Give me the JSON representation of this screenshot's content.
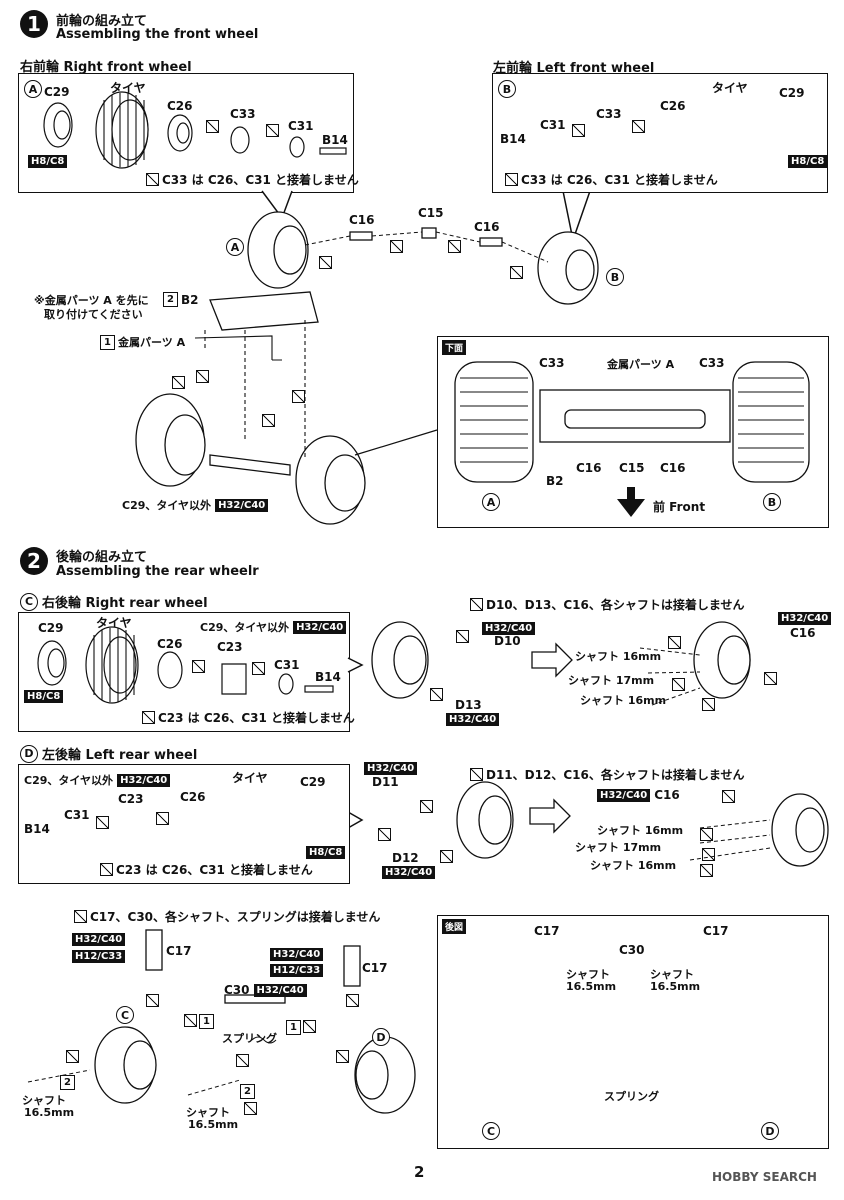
{
  "page_number": "2",
  "watermark": "HOBBY SEARCH",
  "step1": {
    "number": "1",
    "title_jp": "前輪の組み立て",
    "title_en": "Assembling the front wheel",
    "right_label": "右前輪 Right front wheel",
    "left_label": "左前輪 Left front wheel",
    "circle_a": "A",
    "circle_b": "B",
    "parts": {
      "c29": "C29",
      "tire": "タイヤ",
      "c26": "C26",
      "c33": "C33",
      "c31": "C31",
      "b14": "B14",
      "c16": "C16",
      "c15": "C15",
      "b2": "B2"
    },
    "tag_h8c8": "H8/C8",
    "note_c33": "C33 は C26、C31 と接着しません",
    "metal_prefix": "※金属パーツ A を先に",
    "metal_prefix2": "取り付けてください",
    "step_b2_num": "2",
    "step_metal_num": "1",
    "metal_label": "金属パーツ A",
    "c29_note": "C29、タイヤ以外",
    "tag_h32c40": "H32/C40",
    "bottom_view": "下面",
    "bottom_metal": "金属パーツ A",
    "front_label": "前 Front"
  },
  "step2": {
    "number": "2",
    "title_jp": "後輪の組み立て",
    "title_en": "Assembling the rear wheelr",
    "circle_c": "C",
    "circle_d": "D",
    "right_label": "右後輪 Right rear wheel",
    "left_label": "左後輪 Left rear wheel",
    "c29_note": "C29、タイヤ以外",
    "tag_h32c40": "H32/C40",
    "tag_h8c8": "H8/C8",
    "tag_h12c33": "H12/C33",
    "parts": {
      "c29": "C29",
      "tire": "タイヤ",
      "c26": "C26",
      "c23": "C23",
      "c31": "C31",
      "b14": "B14",
      "d10": "D10",
      "d13": "D13",
      "d11": "D11",
      "d12": "D12",
      "c16": "C16",
      "c17": "C17",
      "c30": "C30"
    },
    "note_c23": "C23 は C26、C31 と接着しません",
    "note_right": "D10、D13、C16、各シャフトは接着しません",
    "note_left": "D11、D12、C16、各シャフトは接着しません",
    "shaft_16": "シャフト 16mm",
    "shaft_17": "シャフト 17mm",
    "note_spring": "C17、C30、各シャフト、スプリングは接着しません",
    "spring": "スプリング",
    "shaft_word": "シャフト",
    "shaft_165": "16.5mm",
    "rear_view": "後図",
    "num1": "1",
    "num2": "2"
  }
}
